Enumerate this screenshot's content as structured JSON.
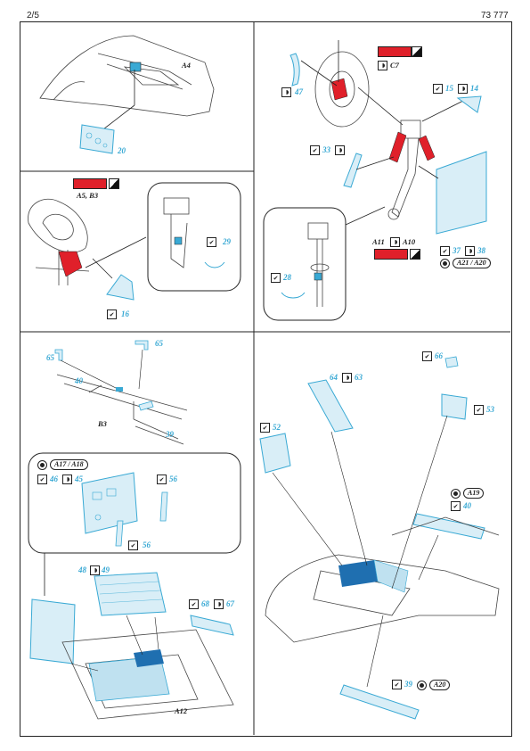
{
  "header": {
    "page": "2/5",
    "code": "73 777"
  },
  "panel1": {
    "part_label": "A4",
    "num_20": "20"
  },
  "panel2": {
    "red_label": "C7",
    "num_47": "47",
    "num_15": "15",
    "num_14": "14",
    "num_33": "33",
    "num_28": "28",
    "a11": "A11",
    "a10": "A10",
    "num_37": "37",
    "num_38": "38",
    "pill_a21": "A21 / A20"
  },
  "panel3": {
    "ref": "A5, B3",
    "num_29": "29",
    "num_16": "16"
  },
  "panel4": {
    "num_65a": "65",
    "num_65b": "65",
    "num_40": "40",
    "b3": "B3",
    "num_39": "39",
    "pill_a17": "A17 / A18",
    "num_46": "46",
    "num_45": "45",
    "num_56a": "56",
    "num_56b": "56",
    "num_48": "48",
    "num_49": "49",
    "num_68": "68",
    "num_67": "67",
    "a12": "A12"
  },
  "panel5": {
    "num_66": "66",
    "num_64": "64",
    "num_63": "63",
    "num_53": "53",
    "num_52": "52",
    "pill_a19": "A19",
    "num_40": "40",
    "num_39": "39",
    "pill_a20": "A20"
  },
  "colors": {
    "photo_etch": "#39a9d4",
    "paint_red": "#e0202a",
    "line": "#222222"
  }
}
